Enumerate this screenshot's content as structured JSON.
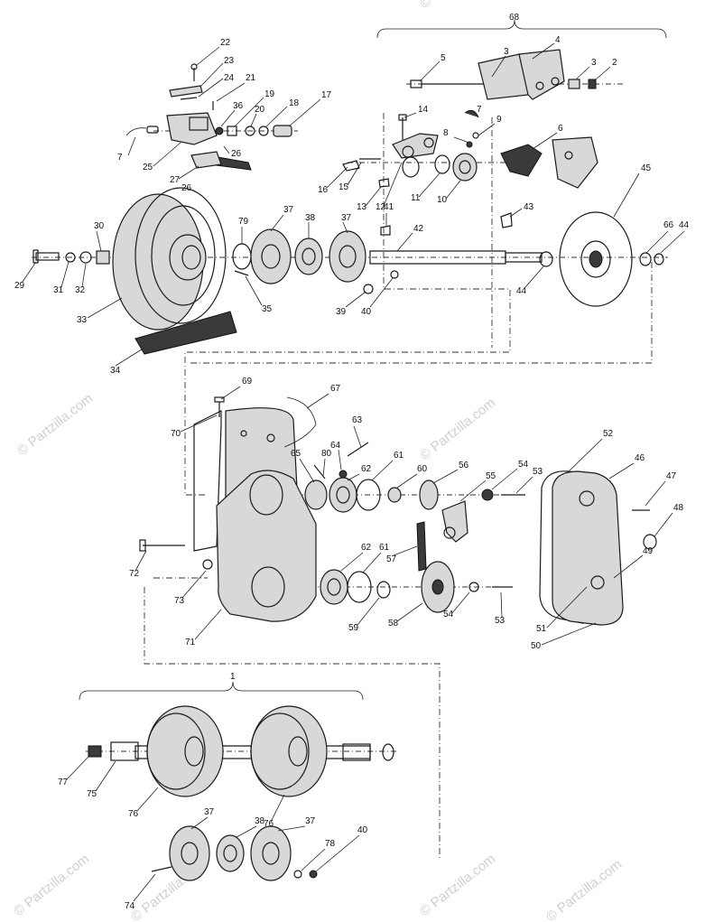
{
  "watermarks": [
    "© Partzilla.com",
    "© Partzilla.com",
    "© Partzilla.com",
    "© Partzilla.com",
    "© Partzilla.com",
    "© Partzilla.com",
    "© Partzilla.com"
  ],
  "group_labels": {
    "g68": "68",
    "g1": "1"
  },
  "callouts": {
    "c22": "22",
    "c23": "23",
    "c24": "24",
    "c21": "21",
    "c19": "19",
    "c36": "36",
    "c20": "20",
    "c18": "18",
    "c17": "17",
    "c7a": "7",
    "c25": "25",
    "c26a": "26",
    "c27": "27",
    "c26b": "26",
    "c5": "5",
    "c3a": "3",
    "c4": "4",
    "c3b": "3",
    "c2": "2",
    "c14": "14",
    "c7b": "7",
    "c9": "9",
    "c8": "8",
    "c6": "6",
    "c16": "16",
    "c15": "15",
    "c13": "13",
    "c12": "12",
    "c11": "11",
    "c10": "10",
    "c45": "45",
    "c30": "30",
    "c29": "29",
    "c31": "31",
    "c32": "32",
    "c33": "33",
    "c79": "79",
    "c37a": "37",
    "c38a": "38",
    "c37b": "37",
    "c41": "41",
    "c43": "43",
    "c42": "42",
    "c66": "66",
    "c44a": "44",
    "c44b": "44",
    "c35": "35",
    "c39": "39",
    "c40a": "40",
    "c34": "34",
    "c69": "69",
    "c67": "67",
    "c70": "70",
    "c63": "63",
    "c65": "65",
    "c80": "80",
    "c64": "64",
    "c62a": "62",
    "c61a": "61",
    "c60": "60",
    "c56": "56",
    "c55": "55",
    "c54a": "54",
    "c53a": "53",
    "c52": "52",
    "c46": "46",
    "c47": "47",
    "c48": "48",
    "c72": "72",
    "c57": "57",
    "c62b": "62",
    "c61b": "61",
    "c49": "49",
    "c73": "73",
    "c59": "59",
    "c58": "58",
    "c54b": "54",
    "c53b": "53",
    "c51": "51",
    "c50": "50",
    "c71": "71",
    "c77": "77",
    "c75": "75",
    "c76a": "76",
    "c76b": "76",
    "c37c": "37",
    "c38b": "38",
    "c37d": "37",
    "c78": "78",
    "c40b": "40",
    "c74": "74"
  }
}
